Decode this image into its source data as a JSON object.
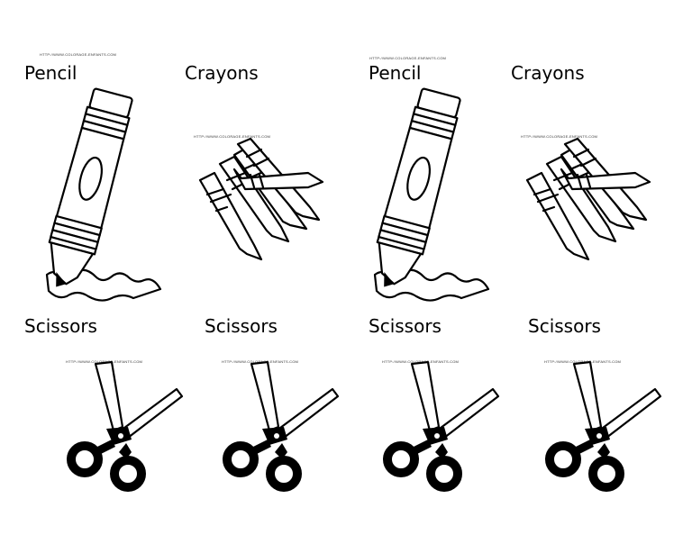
{
  "labels": {
    "pencil": "Pencil",
    "crayons": "Crayons",
    "scissors": "Scissors"
  },
  "source_url": "HTTP://WWW.COLORAGE-ENFANTS.COM",
  "icons": {
    "pencil": "pencil-icon",
    "crayons": "crayons-icon",
    "scissors": "scissors-icon"
  }
}
